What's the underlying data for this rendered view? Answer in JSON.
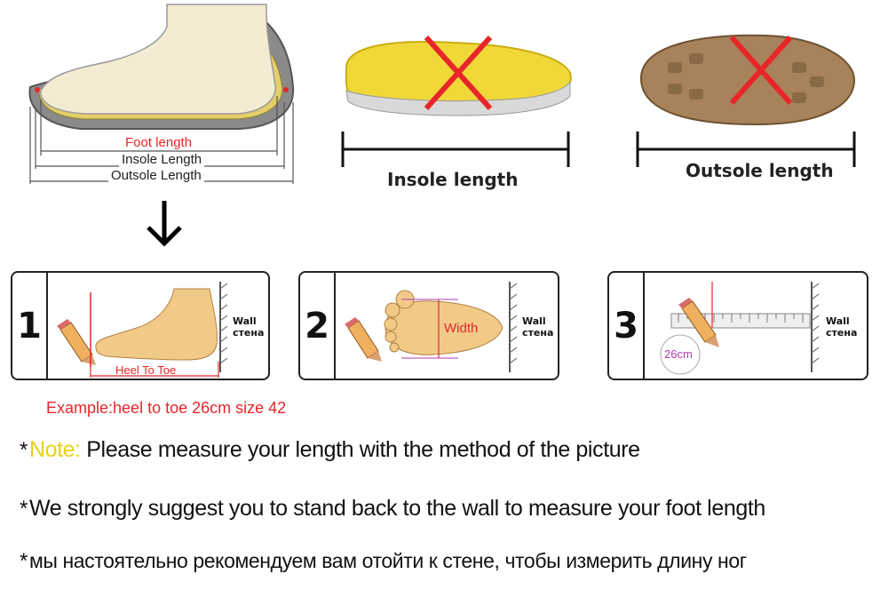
{
  "diagram": {
    "foot_labels": {
      "foot_length": "Foot length",
      "insole_length": "Insole Length",
      "outsole_length": "Outsole Length"
    },
    "insole_caption": "Insole length",
    "outsole_caption": "Outsole length",
    "steps": [
      {
        "number": "1",
        "wall": "Wall",
        "wall_ru": "стена",
        "caption": "Heel To Toe"
      },
      {
        "number": "2",
        "wall": "Wall",
        "wall_ru": "стена",
        "caption": "Width"
      },
      {
        "number": "3",
        "wall": "Wall",
        "wall_ru": "стена",
        "caption": "26cm"
      }
    ],
    "example": "Example:heel to toe 26cm size 42"
  },
  "notes": {
    "note_label": "Note:",
    "note_text": " Please measure your length with the method of the picture",
    "line2": "We strongly suggest you to stand back to the wall to measure your foot length",
    "line3": "мы настоятельно рекомендуем вам отойти к стене, чтобы измерить длину ног"
  },
  "colors": {
    "red": "#e8262a",
    "note_yellow": "#e6d21a",
    "insole_yellow": "#f0d838",
    "outsole_brown": "#a8825a",
    "foot_skin": "#f2ca88",
    "width_purple": "#b33ab3"
  },
  "icons": [
    "down-arrow-icon",
    "cross-mark-icon",
    "pencil-icon",
    "wall-hatch-icon"
  ]
}
